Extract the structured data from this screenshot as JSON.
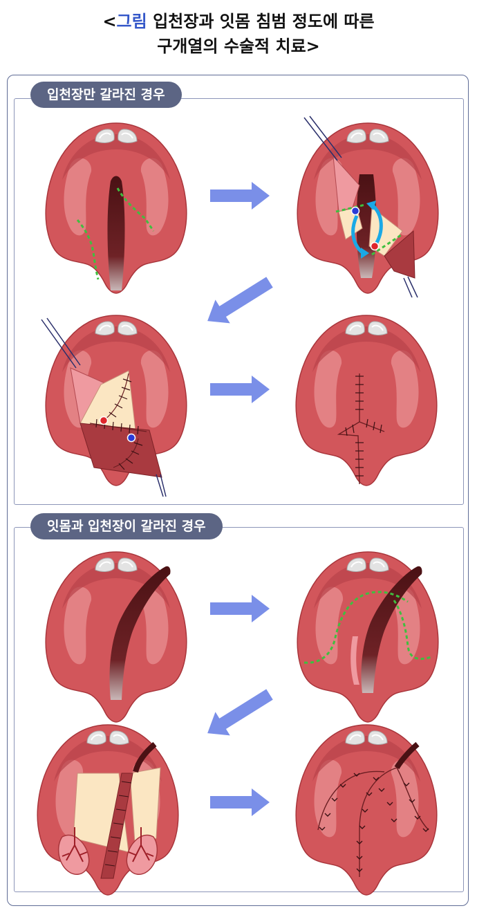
{
  "title": {
    "line1_open": "<",
    "line1_accent": "그림",
    "line1_rest": " 입천장과 잇몸 침범 정도에 따른",
    "line2": "구개열의 수술적 치료>"
  },
  "sections": [
    {
      "label": "입천장만 갈라진 경우"
    },
    {
      "label": "잇몸과 입천장이 갈라진 경우"
    }
  ],
  "colors": {
    "tissue": "#d2565b",
    "tissue_dark": "#9e2f35",
    "tissue_light": "#e98f92",
    "flap_cream": "#fbe6c2",
    "flap_dark": "#a93a40",
    "flap_pink": "#ef9aa0",
    "arrow": "#7a8fe8",
    "suture": "#6b1e22",
    "incision": "#3fbf3f",
    "curve_arrow": "#1aa9e6",
    "dot_red": "#e0262b",
    "dot_blue": "#2b3bd6",
    "panel_border": "#8c94b8",
    "pill_bg": "#5c6584"
  }
}
